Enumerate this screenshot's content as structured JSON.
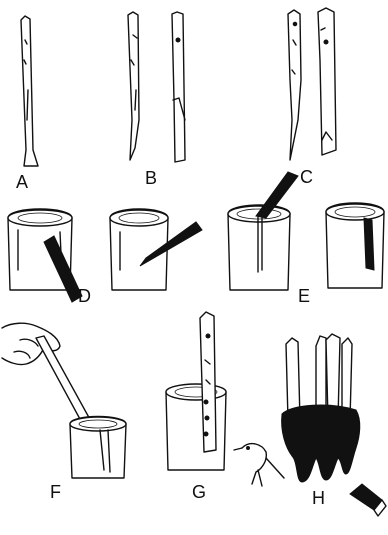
{
  "figure": {
    "panel_labels": {
      "A": "A",
      "B": "B",
      "C": "C",
      "D": "D",
      "E": "E",
      "F": "F",
      "G": "G",
      "H": "H"
    }
  },
  "colors": {
    "ink": "#111111",
    "paper": "#ffffff"
  }
}
